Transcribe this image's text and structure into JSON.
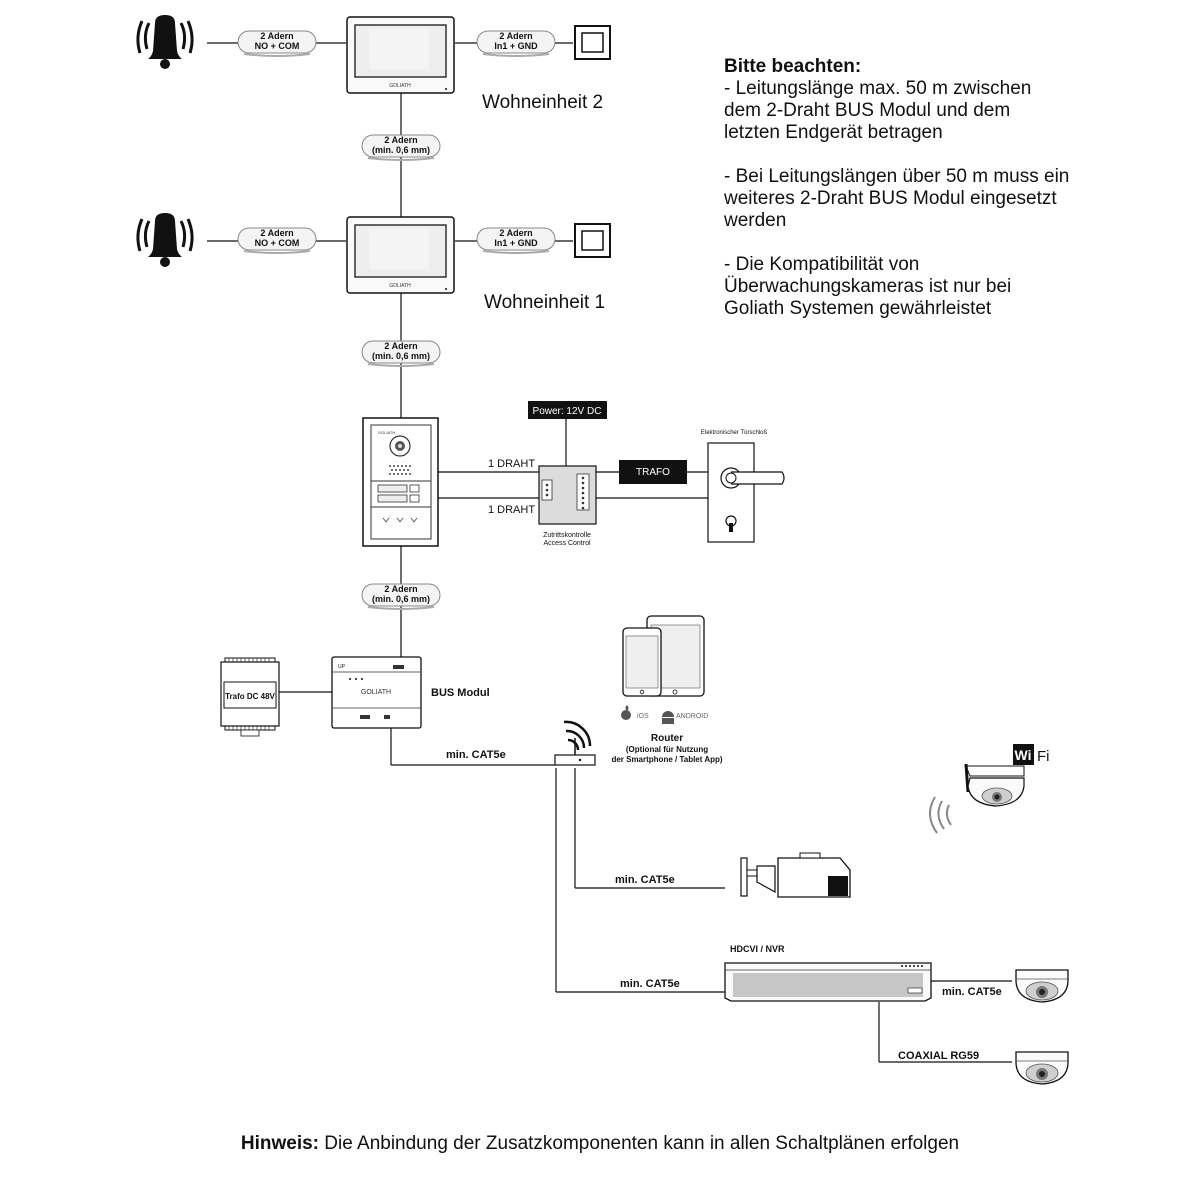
{
  "wires": {
    "no_com_top": "2 Adern",
    "no_com_bottom": "NO + COM",
    "in1_top": "2 Adern",
    "in1_bottom": "In1 + GND",
    "bus_top": "2 Adern",
    "bus_bottom": "(min. 0,6 mm)",
    "one_wire": "1 DRAHT",
    "cat5e": "min. CAT5e",
    "coax": "COAXIAL RG59"
  },
  "devices": {
    "unit2": "Wohneinheit 2",
    "unit1": "Wohneinheit 1",
    "power": "Power: 12V DC",
    "trafo": "TRAFO",
    "lock": "Elektronischer Türschloß",
    "access_line1": "Zutrittskontrolle",
    "access_line2": "Access Control",
    "bus_module": "BUS Modul",
    "psu": "Trafo DC 48V",
    "router": "Router",
    "router_note1": "(Optional für Nutzung",
    "router_note2": "der Smartphone / Tablet App)",
    "ios": "iOS",
    "android": "ANDROID",
    "nvr": "HDCVI / NVR",
    "wifi_wi": "Wi",
    "wifi_fi": "Fi",
    "brand": "GOLIATH",
    "bus_mark": "UP"
  },
  "notes": {
    "title": "Bitte beachten:",
    "line1": "- Leitungslänge max. 50 m zwischen",
    "line2": "dem 2-Draht BUS Modul und dem",
    "line3": "letzten Endgerät betragen",
    "line4": "- Bei Leitungslängen über 50 m muss ein",
    "line5": "weiteres 2-Draht BUS Modul eingesetzt",
    "line6": "werden",
    "line7": "- Die Kompatibilität von",
    "line8": "Überwachungskameras ist nur bei",
    "line9": "Goliath Systemen gewährleistet"
  },
  "footer": {
    "label": "Hinweis:",
    "text": " Die Anbindung der Zusatzkomponenten kann in allen Schaltplänen erfolgen"
  }
}
